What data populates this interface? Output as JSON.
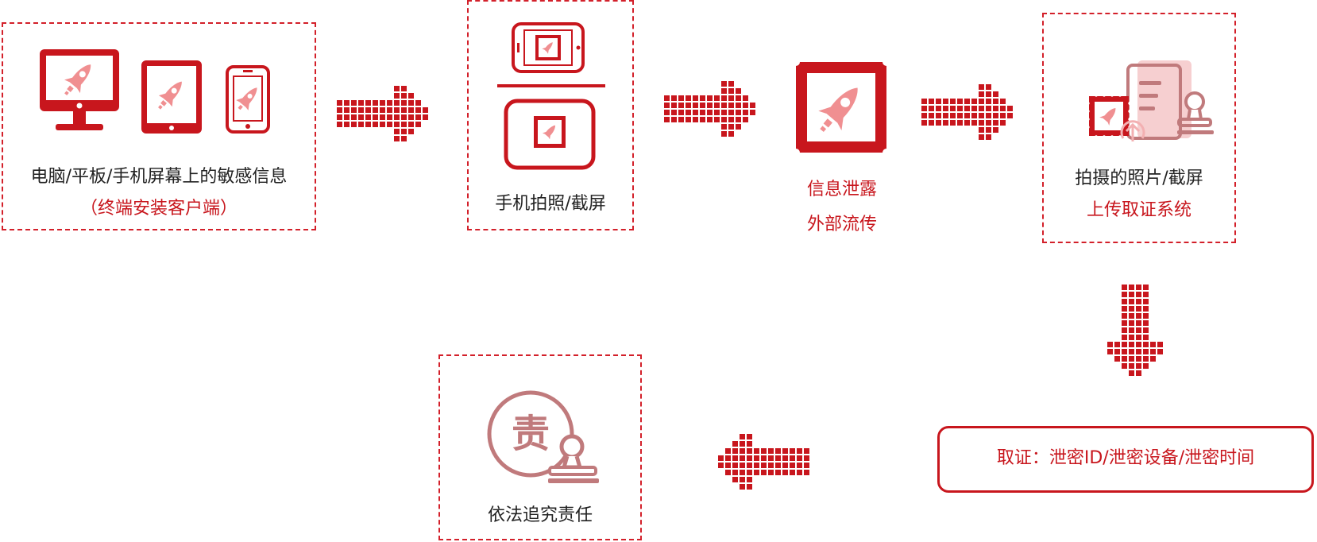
{
  "colors": {
    "accent": "#c8161d",
    "accent_light": "#e8858a",
    "rocket": "#f08f91",
    "stamp_gray": "#c07a7c"
  },
  "step_devices": {
    "title": "电脑/平板/手机屏幕上的敏感信息",
    "subtitle": "（终端安装客户端）",
    "icons": [
      "monitor-icon",
      "tablet-icon",
      "phone-icon"
    ]
  },
  "step_capture": {
    "title": "手机拍照/截屏",
    "icons": [
      "phone-landscape-icon",
      "photo-frame-icon"
    ]
  },
  "step_leak": {
    "line1": "信息泄露",
    "line2": "外部流传",
    "icons": [
      "leaked-photo-stamp-icon"
    ]
  },
  "step_upload": {
    "line1": "拍摄的照片/截屏",
    "line2": "上传取证系统",
    "icons": [
      "photo-stamp-icon",
      "document-seal-icon",
      "upload-icon"
    ]
  },
  "step_evidence": {
    "text": "取证：泄密ID/泄密设备/泄密时间"
  },
  "step_liability": {
    "text": "依法追究责任",
    "seal_char": "责",
    "icons": [
      "liability-seal-icon"
    ]
  },
  "arrows": [
    "right",
    "right",
    "right",
    "down",
    "left"
  ]
}
